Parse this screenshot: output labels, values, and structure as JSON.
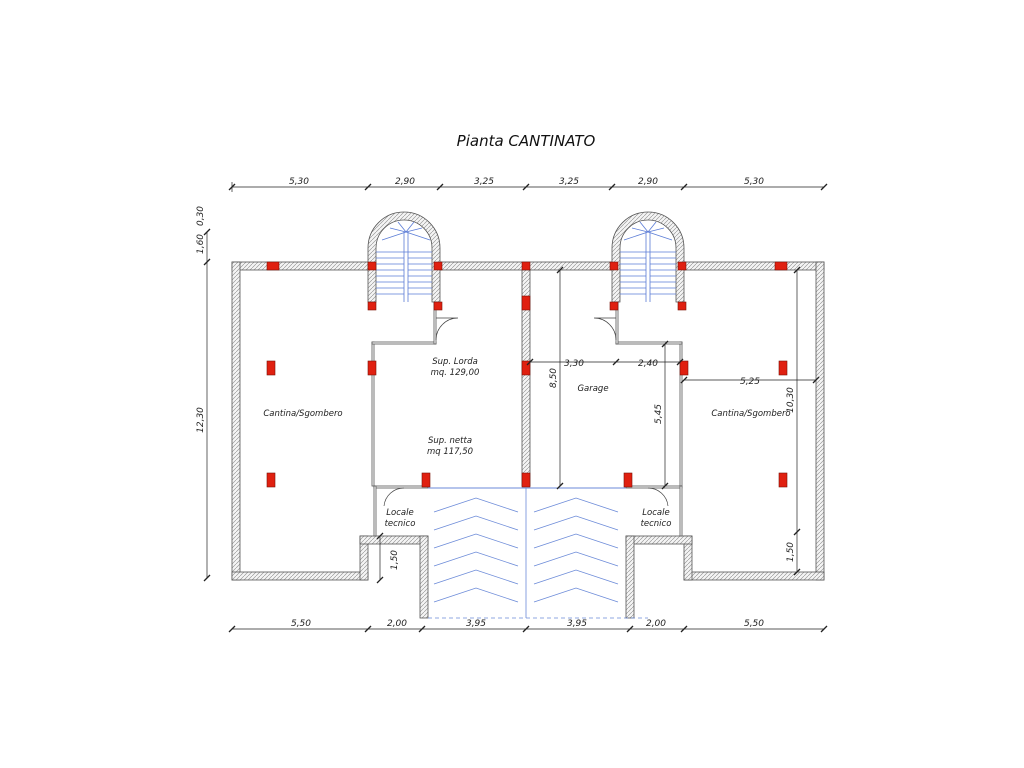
{
  "title": "Pianta CANTINATO",
  "top_dimensions": [
    "5,30",
    "2,90",
    "3,25",
    "3,25",
    "2,90",
    "5,30"
  ],
  "bottom_dimensions": [
    "5,50",
    "2,00",
    "3,95",
    "3,95",
    "2,00",
    "5,50"
  ],
  "left_dimensions": [
    "0,30",
    "1,60",
    "12,30"
  ],
  "interior_dimensions": {
    "garage_width_left": "3,30",
    "garage_width_right": "2,40",
    "garage_depth": "8,50",
    "garage_depth_right": "5,45",
    "cantina_right_width": "5,25",
    "cantina_right_depth": "10,30",
    "notch_right": "1,50",
    "notch_left": "1,50"
  },
  "rooms": {
    "cantina_left": "Cantina/Sgombero",
    "cantina_right": "Cantina/Sgombero",
    "sup_lorda_label": "Sup. Lorda",
    "sup_lorda_value": "mq. 129,00",
    "sup_netta_label": "Sup. netta",
    "sup_netta_value": "mq 117,50",
    "garage": "Garage",
    "locale_left_1": "Locale",
    "locale_left_2": "tecnico",
    "locale_right_1": "Locale",
    "locale_right_2": "tecnico"
  },
  "colors": {
    "wall": "#555555",
    "wall_fill": "#f2f2f2",
    "pillar": "#e02010",
    "stair": "#5a7bd6",
    "ramp": "#6b8ad8",
    "dim": "#222222"
  }
}
